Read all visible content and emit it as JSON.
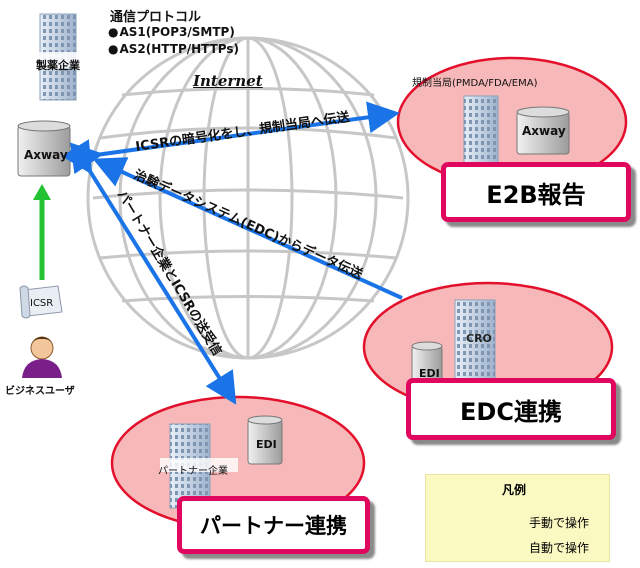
{
  "protocol": {
    "title": "通信プロトコル",
    "items": [
      "AS1(POP3/SMTP)",
      "AS2(HTTP/HTTPs)"
    ]
  },
  "pharma_company": "製薬企業",
  "internet_label": "Internet",
  "regulator": {
    "name": "規制当局(PMDA/FDA/EMA)",
    "gateway": "Axway"
  },
  "sender_gateway": "Axway",
  "icsr_doc": "ICSR",
  "business_user": "ビジネスユーザ",
  "flows": {
    "to_regulator": "ICSRの暗号化をし、規制当局へ伝送",
    "from_edc": "治験データシステム(EDC)からデータ伝送",
    "partner": "パートナー企業とICSRの送受信"
  },
  "cro": {
    "name": "CRO",
    "edi": "EDI"
  },
  "partner": {
    "edi": "EDI",
    "company": "パートナー企業"
  },
  "banners": {
    "e2b": "E2B報告",
    "edc": "EDC連携",
    "partner": "パートナー連携"
  },
  "legend": {
    "title": "凡例",
    "manual": "手動で操作",
    "auto": "自動で操作",
    "manual_color": "#22c232",
    "auto_color": "#1a74e8"
  },
  "colors": {
    "ellipse_fill": "#f6b8b8",
    "ellipse_border": "#e3102c",
    "banner_border": "#e0075e"
  }
}
